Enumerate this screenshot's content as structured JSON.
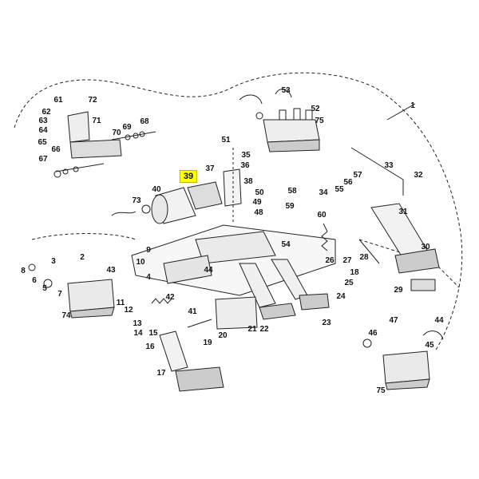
{
  "highlight_color": "#ffff00",
  "highlight_label": "39",
  "callouts": [
    "1",
    "2",
    "3",
    "4",
    "5",
    "6",
    "7",
    "8",
    "9",
    "10",
    "11",
    "12",
    "13",
    "14",
    "15",
    "16",
    "17",
    "18",
    "19",
    "20",
    "21",
    "22",
    "23",
    "24",
    "25",
    "26",
    "27",
    "28",
    "29",
    "30",
    "31",
    "32",
    "33",
    "34",
    "35",
    "36",
    "37",
    "38",
    "39",
    "40",
    "41",
    "42",
    "43",
    "44",
    "45",
    "46",
    "47",
    "48",
    "49",
    "50",
    "51",
    "52",
    "53",
    "54",
    "55",
    "56",
    "57",
    "58",
    "59",
    "60",
    "61",
    "62",
    "63",
    "64",
    "65",
    "66",
    "67",
    "68",
    "69",
    "70",
    "71",
    "72",
    "73",
    "74",
    "75"
  ]
}
